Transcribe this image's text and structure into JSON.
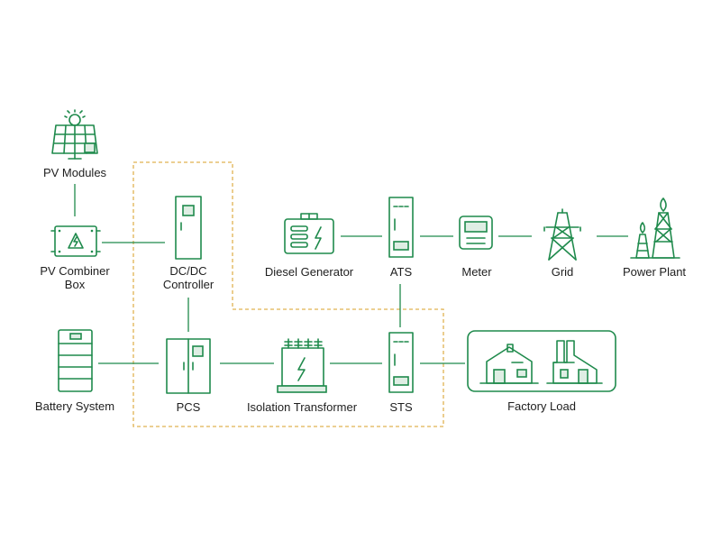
{
  "labels": {
    "pv_modules": "PV Modules",
    "pv_combiner_line1": "PV Combiner",
    "pv_combiner_line2": "Box",
    "dcdc_line1": "DC/DC",
    "dcdc_line2": "Controller",
    "diesel_generator": "Diesel Generator",
    "ats": "ATS",
    "meter": "Meter",
    "grid": "Grid",
    "power_plant": "Power Plant",
    "battery_system": "Battery System",
    "pcs": "PCS",
    "isolation_transformer": "Isolation Transformer",
    "sts": "STS",
    "factory_load": "Factory Load"
  },
  "colors": {
    "accent": "#1f8a4c",
    "dashed_boundary": "#e0b252",
    "text": "#1e1e1e"
  },
  "icons": [
    "solar-panel-icon",
    "combiner-box-icon",
    "cabinet-icon",
    "generator-icon",
    "meter-icon",
    "transmission-tower-icon",
    "power-plant-icon",
    "battery-icon",
    "transformer-icon",
    "factory-icon"
  ]
}
